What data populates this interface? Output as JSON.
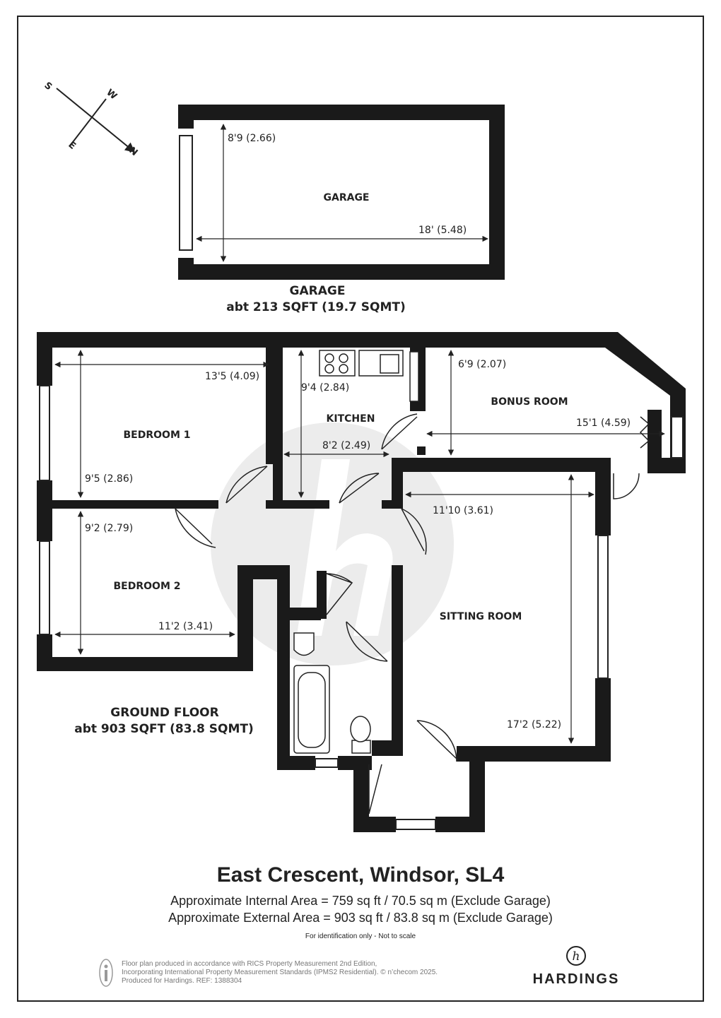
{
  "compass": {
    "north": "N",
    "south": "S",
    "east": "E",
    "west": "W"
  },
  "garage": {
    "room_label": "GARAGE",
    "width_dim": "8'9 (2.66)",
    "length_dim": "18' (5.48)",
    "title": "GARAGE",
    "area": "abt 213 SQFT (19.7 SQMT)"
  },
  "ground_floor": {
    "title": "GROUND FLOOR",
    "area": "abt 903 SQFT (83.8 SQMT)",
    "rooms": {
      "bedroom1": {
        "label": "BEDROOM 1",
        "dim_width": "13'5 (4.09)",
        "dim_depth": "9'5 (2.86)"
      },
      "bedroom2": {
        "label": "BEDROOM 2",
        "dim_width": "11'2 (3.41)",
        "dim_depth": "9'2 (2.79)"
      },
      "kitchen": {
        "label": "KITCHEN",
        "dim_width": "8'2 (2.49)",
        "dim_depth": "9'4 (2.84)"
      },
      "bonus": {
        "label": "BONUS ROOM",
        "dim_width": "15'1 (4.59)",
        "dim_depth": "6'9 (2.07)"
      },
      "sitting": {
        "label": "SITTING ROOM",
        "dim_width": "11'10 (3.61)",
        "dim_depth": "17'2 (5.22)"
      }
    }
  },
  "footer": {
    "address": "East Crescent, Windsor, SL4",
    "internal_area": "Approximate Internal Area = 759 sq ft / 70.5 sq m (Exclude Garage)",
    "external_area": "Approximate External Area = 903 sq ft / 83.8 sq m (Exclude Garage)",
    "disclaimer": "For identification only - Not to scale",
    "legal_line1": "Floor plan produced in accordance with RICS Property Measurement 2nd Edition,",
    "legal_line2": "Incorporating International Property Measurement Standards (IPMS2 Residential).  © n’checom 2025.",
    "legal_line3": "Produced for Hardings.   REF:   1388304",
    "brand": "HARDINGS",
    "brand_mark": "h"
  },
  "colors": {
    "wall": "#1a1a1a",
    "watermark": "#e6e6e6",
    "text": "#222222"
  }
}
